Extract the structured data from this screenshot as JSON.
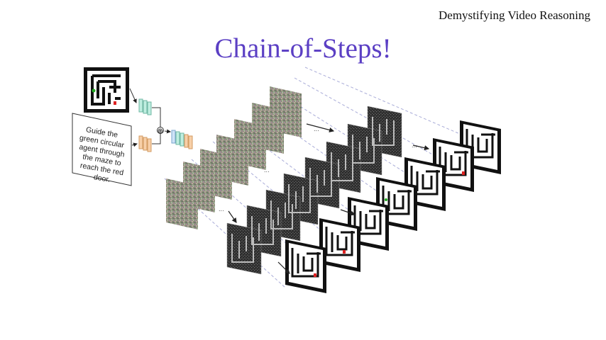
{
  "header": {
    "text": "Demystifying Video Reasoning"
  },
  "title": {
    "text": "Chain-of-Steps!"
  },
  "prompt": {
    "lines": [
      "Guide the",
      "green circular",
      "agent through",
      "the maze to",
      "reach the red",
      "door."
    ]
  },
  "operator": {
    "symbol": "⊕"
  },
  "ellipsis": {
    "symbol": "..."
  },
  "colors": {
    "title": "#5b3fc4",
    "agent": "#22aa22",
    "door": "#dd2222",
    "token_teal": "#bfeee0",
    "token_orange": "#f7cfa8",
    "token_blue": "#cfe3f7",
    "connector": "#a9acd8"
  }
}
